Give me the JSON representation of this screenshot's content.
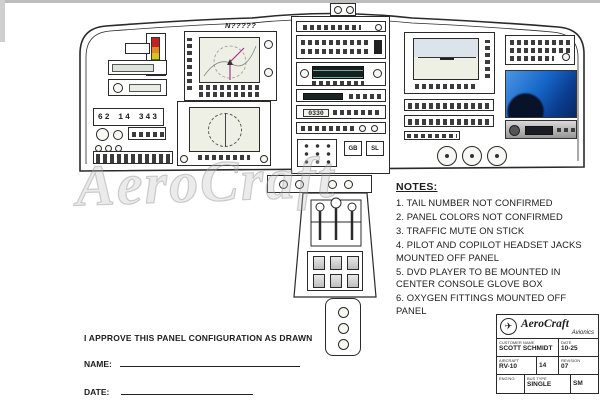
{
  "document": {
    "watermark": "AeroCraft"
  },
  "icons": {
    "airplane": "✈"
  },
  "colors": {
    "gauge_red": "#c22222",
    "gauge_yellow": "#ddc020",
    "gauge_green": "#2a8f2a",
    "photo_blue": "#1566c8"
  },
  "panel": {
    "tail_number": "N?????",
    "left_readout": "62 14 343",
    "transponder_code": "0330",
    "breaker_box_1": "GB",
    "breaker_box_2": "SL"
  },
  "notes": {
    "title": "NOTES:",
    "items": [
      "1. TAIL NUMBER NOT CONFIRMED",
      "2. PANEL COLORS NOT CONFIRMED",
      "3. TRAFFIC MUTE ON STICK",
      "4.  PILOT AND COPILOT HEADSET JACKS MOUNTED OFF PANEL",
      "5.  DVD PLAYER TO BE MOUNTED IN CENTER CONSOLE GLOVE BOX",
      "6.  OXYGEN FITTINGS MOUNTED OFF PANEL"
    ]
  },
  "approval": {
    "statement": "I APPROVE THIS PANEL CONFIGURATION AS DRAWN",
    "name_label": "NAME:",
    "date_label": "DATE:"
  },
  "title_block": {
    "company": "AeroCraft",
    "division": "Avionics",
    "customer_label": "CUSTOMER NAME",
    "customer_value": "SCOTT SCHMIDT",
    "date_label": "DATE",
    "date_value": "10-25",
    "aircraft_label": "AIRCRAFT",
    "aircraft_value": "RV-10",
    "sheet_value": "14",
    "revision_label": "REVISION",
    "revision_value": "07",
    "eng_label": "ENG'NG:",
    "bus_label": "BUS TYPE",
    "bus_value": "SINGLE",
    "eng_value": "SM"
  }
}
